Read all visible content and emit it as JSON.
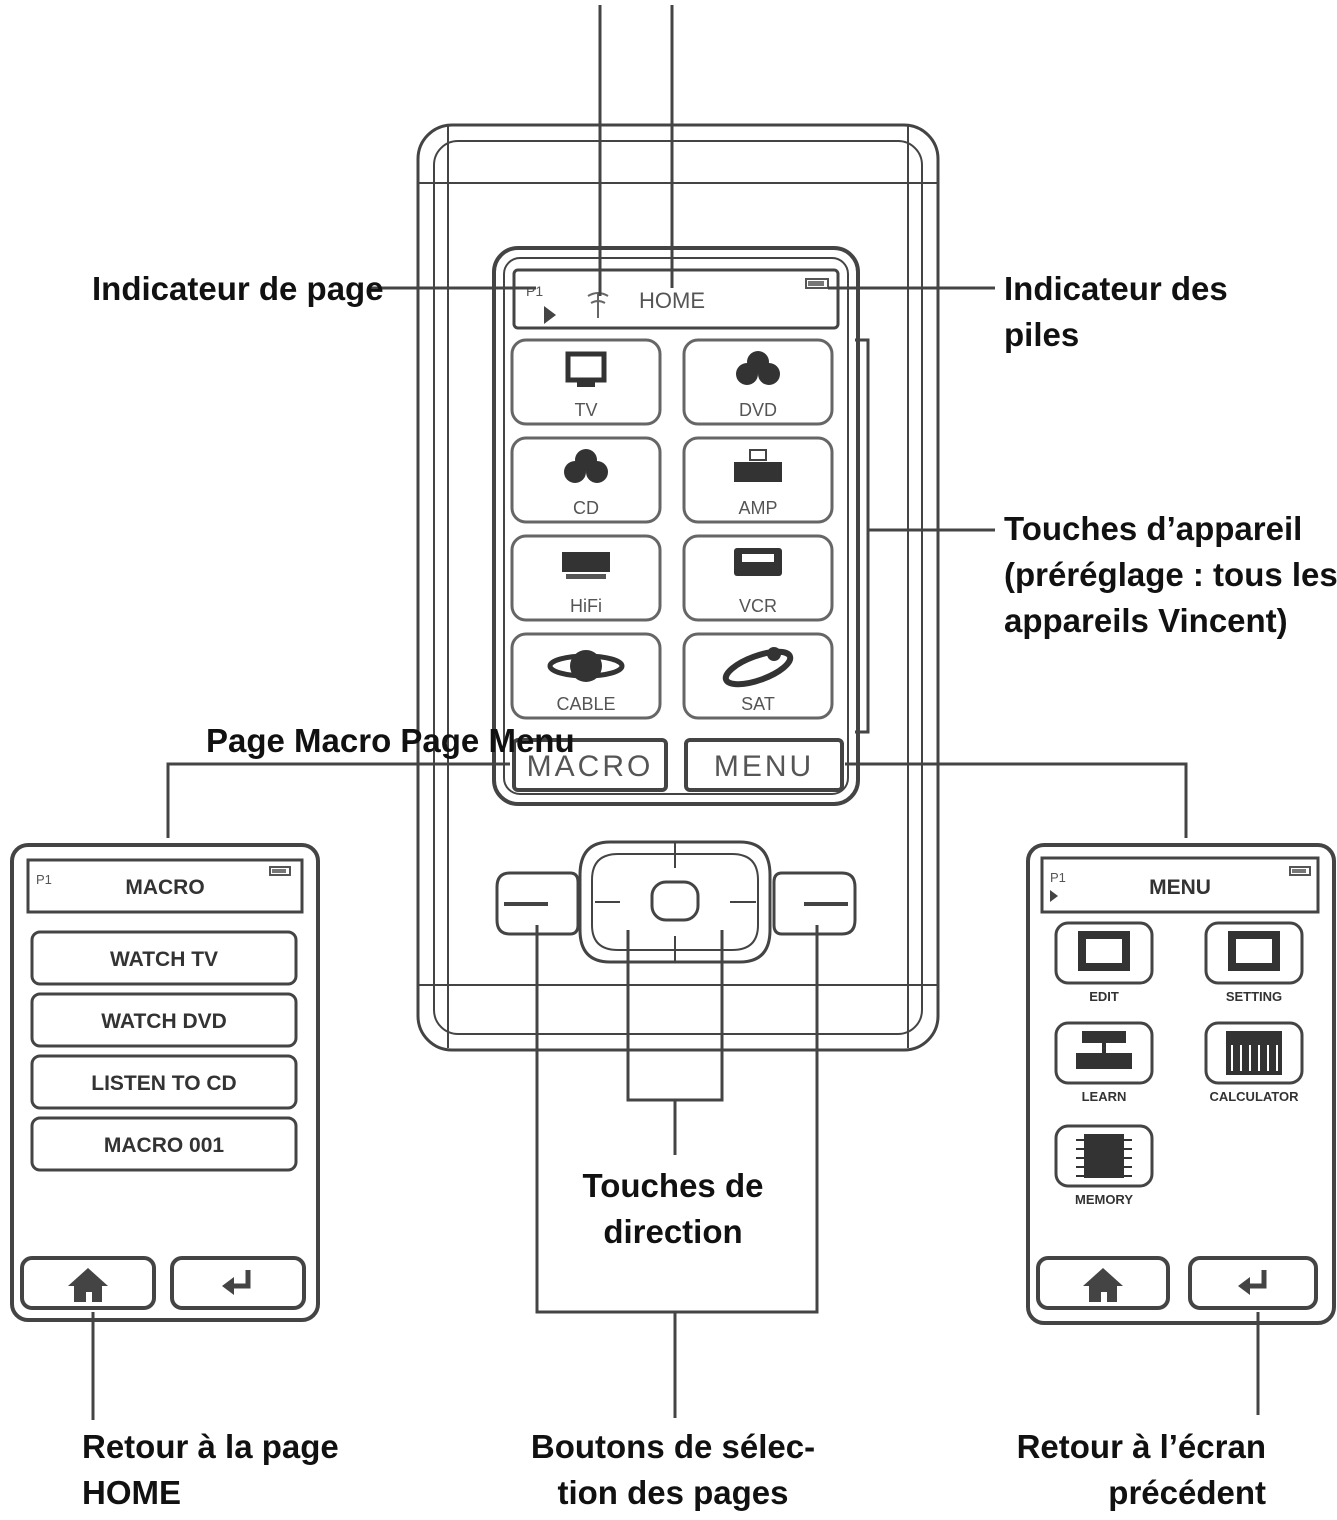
{
  "annotations": {
    "page_indicator": "Indicateur de page",
    "battery_l1": "Indicateur des",
    "battery_l2": "piles",
    "device_keys_l1": "Touches d’appareil",
    "device_keys_l2": "(préréglage : tous les",
    "device_keys_l3": "appareils Vincent)",
    "page_macro_menu": "Page Macro Page Menu",
    "direction_l1": "Touches de",
    "direction_l2": "direction",
    "home_return_l1": "Retour à la page",
    "home_return_l2": "HOME",
    "page_select_l1": "Boutons de sélec-",
    "page_select_l2": "tion des pages",
    "back_l1": "Retour à l’écran",
    "back_l2": "précédent"
  },
  "remote": {
    "page_num": "P1",
    "screen_title": "HOME",
    "devices": [
      "TV",
      "DVD",
      "CD",
      "AMP",
      "HiFi",
      "VCR",
      "CABLE",
      "SAT"
    ],
    "macro_button": "MACRO",
    "menu_button": "MENU"
  },
  "macro_screen": {
    "page_num": "P1",
    "title": "MACRO",
    "items": [
      "WATCH TV",
      "WATCH DVD",
      "LISTEN TO CD",
      "MACRO 001"
    ]
  },
  "menu_screen": {
    "page_num": "P1",
    "title": "MENU",
    "icons": [
      "EDIT",
      "SETTING",
      "LEARN",
      "CALCULATOR",
      "MEMORY"
    ]
  }
}
